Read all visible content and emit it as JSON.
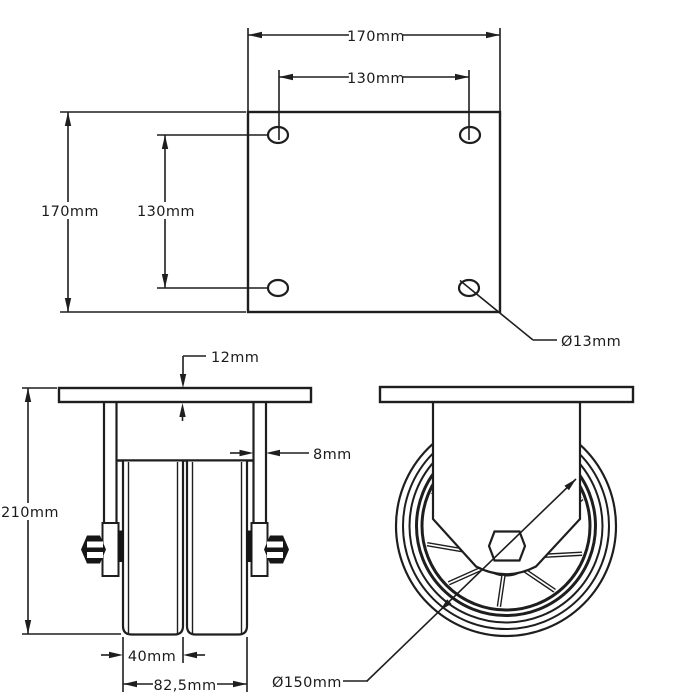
{
  "colors": {
    "line": "#1e1e1e",
    "background": "#ffffff",
    "text": "#1b1b1b"
  },
  "top_view": {
    "width": "170mm",
    "hole_spacing_horizontal": "130mm",
    "height": "170mm",
    "hole_spacing_vertical": "130mm",
    "hole_diameter": "Ø13mm"
  },
  "front_view": {
    "plate_thickness": "12mm",
    "leg_thickness": "8mm",
    "total_height": "210mm",
    "wheel_width": "40mm",
    "overall_width": "82,5mm"
  },
  "side_view": {
    "wheel_diameter": "Ø150mm"
  }
}
